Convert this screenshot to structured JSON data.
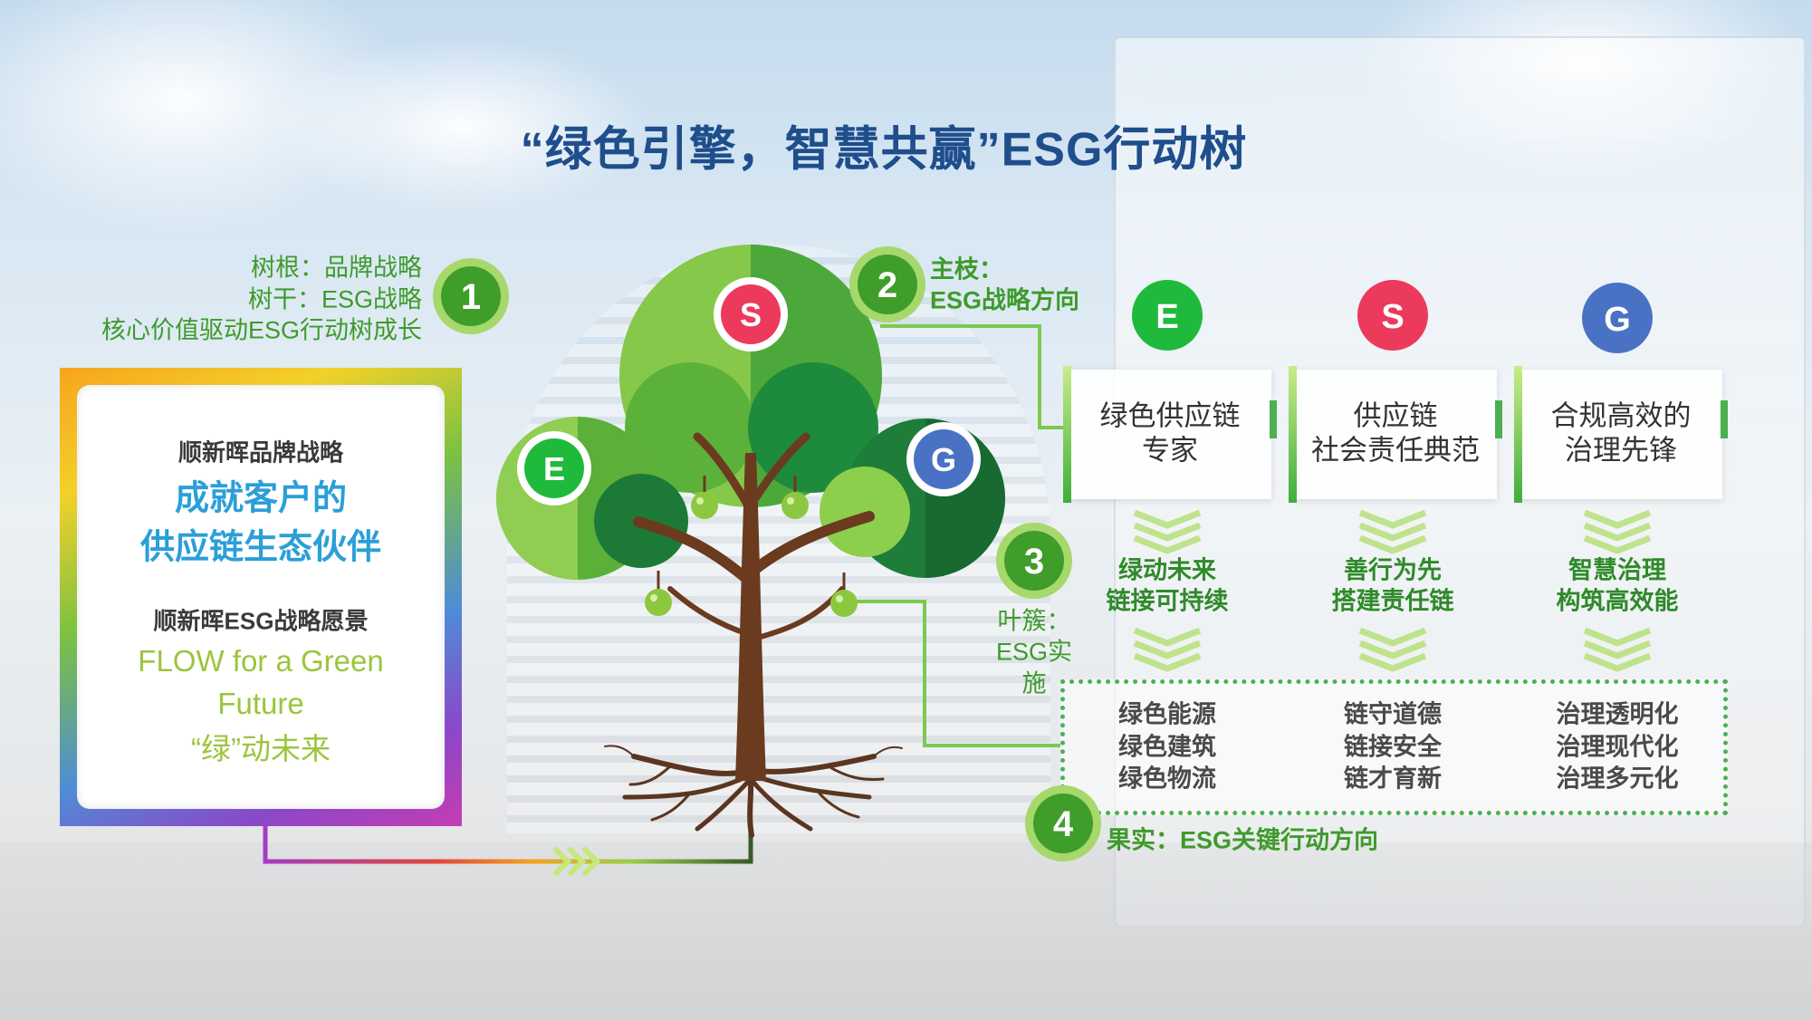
{
  "title": "“绿色引擎，智慧共赢”ESG行动树",
  "root_label": {
    "lines": [
      "树根：品牌战略",
      "树干：ESG战略",
      "核心价值驱动ESG行动树成长"
    ]
  },
  "badges": {
    "one": "1",
    "two": "2",
    "three": "3",
    "four": "4"
  },
  "strategy_box": {
    "brand_heading": "顺新晖品牌战略",
    "brand_lines": [
      "成就客户的",
      "供应链生态伙伴"
    ],
    "vision_heading": "顺新晖ESG战略愿景",
    "vision_lines": [
      "FLOW for a Green",
      "Future",
      "“绿”动未来"
    ]
  },
  "tree": {
    "badges": {
      "top": "S",
      "left": "E",
      "right": "G"
    }
  },
  "branch_label": {
    "lines": [
      "主枝：",
      "ESG战略方向"
    ]
  },
  "leaf_label": {
    "lines": [
      "叶簇：",
      "ESG实",
      "施"
    ]
  },
  "fruit_label": "果实：ESG关键行动方向",
  "columns": [
    {
      "letter": "E",
      "card": [
        "绿色供应链",
        "专家"
      ],
      "leaf": [
        "绿动未来",
        "链接可持续"
      ],
      "fruits": [
        "绿色能源",
        "绿色建筑",
        "绿色物流"
      ]
    },
    {
      "letter": "S",
      "card": [
        "供应链",
        "社会责任典范"
      ],
      "leaf": [
        "善行为先",
        "搭建责任链"
      ],
      "fruits": [
        "链守道德",
        "链接安全",
        "链才育新"
      ]
    },
    {
      "letter": "G",
      "card": [
        "合规高效的",
        "治理先锋"
      ],
      "leaf": [
        "智慧治理",
        "构筑高效能"
      ],
      "fruits": [
        "治理透明化",
        "治理现代化",
        "治理多元化"
      ]
    }
  ],
  "colors": {
    "e": "#1fba3c",
    "s": "#ec3a5c",
    "g": "#4a72c4",
    "title": "#1f4e8c",
    "accent_green": "#3e9b2b",
    "connector": "#7ec850"
  }
}
